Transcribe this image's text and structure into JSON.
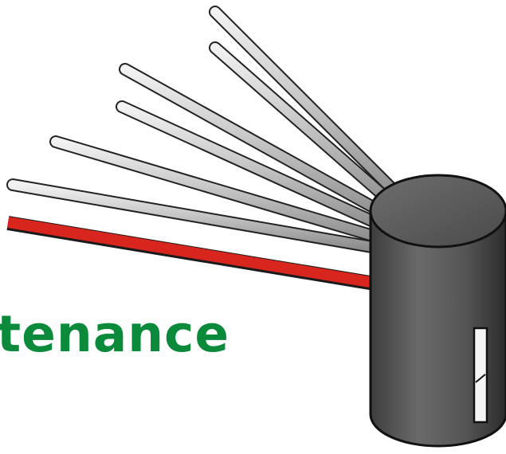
{
  "headline": {
    "text": "tenance",
    "color": "#0a8a3a"
  },
  "illustration": {
    "arms": [
      {
        "name": "arm-1",
        "color": "#cfcfcf"
      },
      {
        "name": "arm-2",
        "color": "#cfcfcf"
      },
      {
        "name": "arm-3",
        "color": "#cfcfcf"
      },
      {
        "name": "arm-4",
        "color": "#cfcfcf"
      },
      {
        "name": "arm-5",
        "color": "#cfcfcf"
      },
      {
        "name": "arm-6",
        "color": "#cfcfcf"
      },
      {
        "name": "arm-red",
        "color": "#d8261f"
      }
    ],
    "housing_color": "#5a5a5a"
  }
}
